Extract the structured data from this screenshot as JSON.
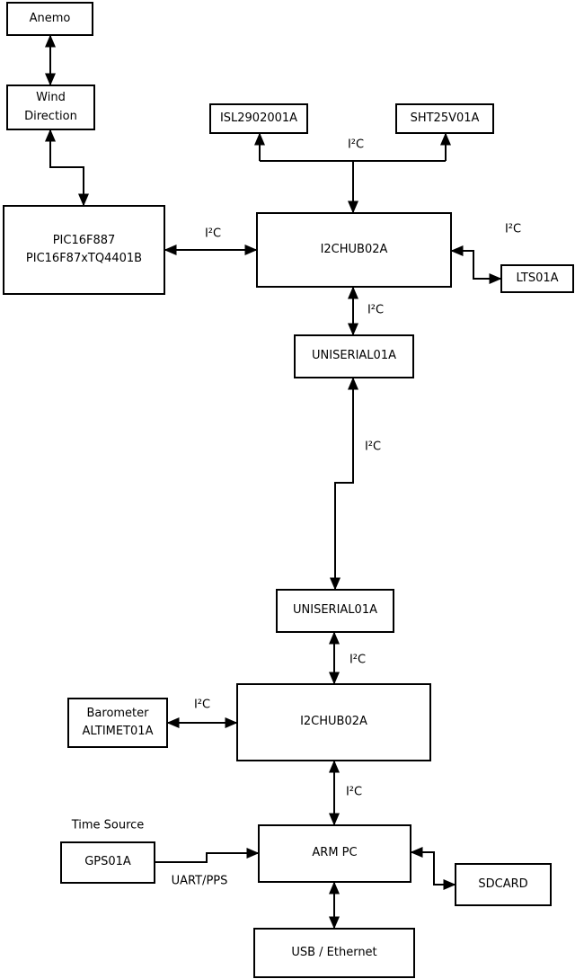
{
  "diagram": {
    "title": "sensor-bus block diagram",
    "background_color": "#ffffff",
    "line_color": "#000000",
    "box_fill_color": "#ffffff",
    "text_color": "#000000",
    "nodes": [
      {
        "id": "anemo",
        "label": "Anemo"
      },
      {
        "id": "wind",
        "label": "Wind\nDirection"
      },
      {
        "id": "pic",
        "label": "PIC16F887\nPIC16F87xTQ4401B"
      },
      {
        "id": "isl",
        "label": "ISL2902001A"
      },
      {
        "id": "sht",
        "label": "SHT25V01A"
      },
      {
        "id": "i2chub1",
        "label": "I2CHUB02A"
      },
      {
        "id": "lts",
        "label": "LTS01A"
      },
      {
        "id": "uniserial1",
        "label": "UNISERIAL01A"
      },
      {
        "id": "uniserial2",
        "label": "UNISERIAL01A"
      },
      {
        "id": "barometer",
        "label": "Barometer\nALTIMET01A"
      },
      {
        "id": "i2chub2",
        "label": "I2CHUB02A"
      },
      {
        "id": "gps",
        "label": "GPS01A"
      },
      {
        "id": "armpc",
        "label": "ARM PC"
      },
      {
        "id": "sdcard",
        "label": "SDCARD"
      },
      {
        "id": "usb",
        "label": "USB / Ethernet"
      }
    ],
    "edge_labels": [
      {
        "id": "i2c-sensor-tee",
        "text": "I²C"
      },
      {
        "id": "i2c-pic-hub1",
        "text": "I²C"
      },
      {
        "id": "i2c-hub1-lts",
        "text": "I²C"
      },
      {
        "id": "i2c-hub1-uniserial1",
        "text": "I²C"
      },
      {
        "id": "i2c-uniserial-link",
        "text": "I²C"
      },
      {
        "id": "i2c-uniserial2-hub2",
        "text": "I²C"
      },
      {
        "id": "i2c-barometer-hub2",
        "text": "I²C"
      },
      {
        "id": "i2c-hub2-armpc",
        "text": "I²C"
      },
      {
        "id": "uart-pps",
        "text": "UART/PPS"
      },
      {
        "id": "time-source",
        "text": "Time Source"
      }
    ]
  }
}
